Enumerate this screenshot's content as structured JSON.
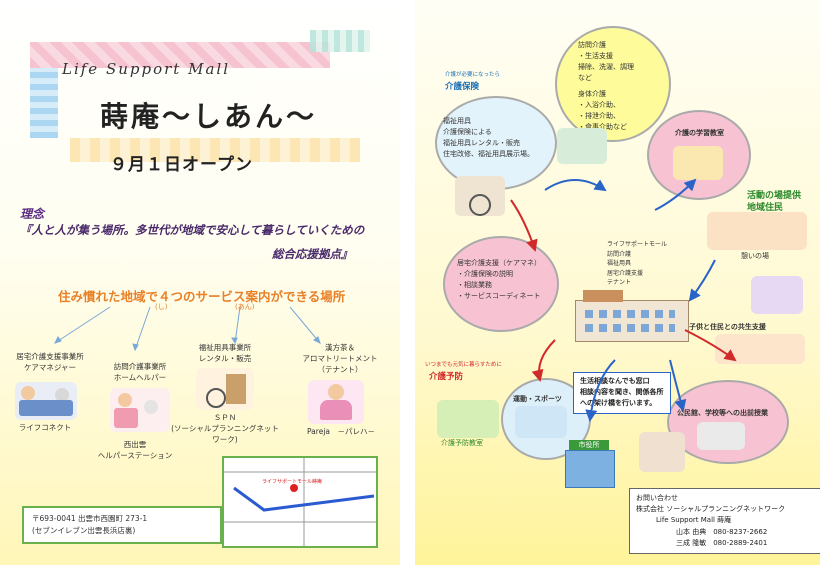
{
  "left": {
    "mall_name": "Life Support Mall",
    "title": "蒔庵〜しあん〜",
    "opening": "９月１日オープン",
    "philosophy_label": "理念",
    "mission_line1": "『人と人が集う場所。多世代が地域で安心して暮らしていくための",
    "mission_line2": "総合応援拠点』",
    "slogan": "住み慣れた地域で４つのサービス案内ができる場所",
    "ruby_shi": "(し)",
    "ruby_an": "(あん)",
    "services": [
      {
        "lines": [
          "居宅介護支援事業所",
          "ケアマネジャー"
        ],
        "caption": "ライフコネクト"
      },
      {
        "lines": [
          "訪問介護事業所",
          "ホームヘルパー"
        ],
        "caption": "西出雲\nヘルパーステーション"
      },
      {
        "lines": [
          "福祉用具事業所",
          "レンタル・販売"
        ],
        "caption": "ＳＰＮ\n(ソーシャルプランニングネットワーク)"
      },
      {
        "lines": [
          "漢方茶＆",
          "アロマトリートメント",
          "（テナント）"
        ],
        "caption": "Pareja　－パレハ－"
      }
    ],
    "address_line1": "〒693-0041 出雲市西園町 273-1",
    "address_line2": "(セブンイレブン出雲長浜店裏)",
    "map_label": "ライフサポートモール蒔庵"
  },
  "right": {
    "kaigo_hoken_small": "介護が必要になったら",
    "kaigo_hoken": "介護保険",
    "fukushi": [
      "福祉用具",
      "介護保険による",
      "福祉用具レンタル・販売",
      "住宅改修、福祉用具展示場。"
    ],
    "houmon": [
      "訪問介護",
      "・生活支援",
      "掃除、洗濯、調理",
      "など",
      "",
      "身体介護",
      "・入浴介助、",
      "・排泄介助、",
      "・食事介助など"
    ],
    "gakushu": "介護の学習教室",
    "katsudo_title": "活動の場提供",
    "chiiki": "地域住民",
    "ikoi": "憩いの場",
    "kyotaku": [
      "居宅介護支援（ケアマネ）",
      "・介護保険の説明",
      "・相談業務",
      "・サービスコーディネート"
    ],
    "center": [
      "ライフサポートモール",
      "訪問介護",
      "福祉用具",
      "居宅介護支援",
      "テナント"
    ],
    "kodomo": "子供と住民との共生支援",
    "yobo_small": "いつまでも元気に暮らすために",
    "yobo": "介護予防",
    "undo": "運動・スポーツ",
    "yobo_kyoshitsu": "介護予防教室",
    "info": [
      "生活相談なんでも窓口",
      "相談内容を聞き、関係各所",
      "への架け橋を行います。"
    ],
    "kominkan": "公民館、学校等への出前授業",
    "city_hall_sign": "市役所",
    "contact": [
      "お問い合わせ",
      "株式会社 ソーシャルプランニングネットワーク",
      "Life Support Mall 蒔庵",
      "山本 由典　080-8237-2662",
      "三成 隆敏　080-2889-2401"
    ]
  },
  "colors": {
    "orange": "#e88028",
    "blue": "#1a6fb5",
    "red": "#d12a2a",
    "green": "#2a8a2a"
  }
}
